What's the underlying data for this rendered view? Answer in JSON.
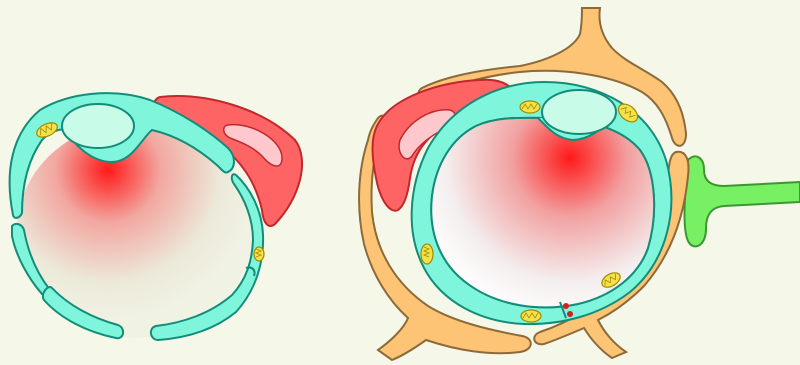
{
  "diagram": {
    "panels": [
      {
        "id": "left",
        "cells": [
          "lumen",
          "endothelium",
          "nucleus",
          "mitochondria",
          "pericyte"
        ]
      },
      {
        "id": "right",
        "cells": [
          "lumen",
          "endothelium",
          "nucleus",
          "mitochondria",
          "pericyte",
          "astrocyte-endfeet",
          "neuron-process",
          "tight-junction"
        ]
      }
    ],
    "colors": {
      "background": "#f5f8e9",
      "endothelium_fill": "#7ff5dc",
      "endothelium_stroke": "#148c7a",
      "nucleus_fill": "#c8fbe8",
      "lumen_red": "#ff1a1a",
      "pericyte_fill": "#ff6464",
      "pericyte_stroke": "#c0282d",
      "pericyte_nucleus": "#ffc8cc",
      "astrocyte_fill": "#fcc474",
      "astrocyte_stroke": "#8c6a3a",
      "neuron_fill": "#78f064",
      "neuron_stroke": "#3c9632",
      "mitochondria_fill": "#f5e14b",
      "mitochondria_stroke": "#a08c00",
      "junction": "#d21e1e"
    }
  }
}
